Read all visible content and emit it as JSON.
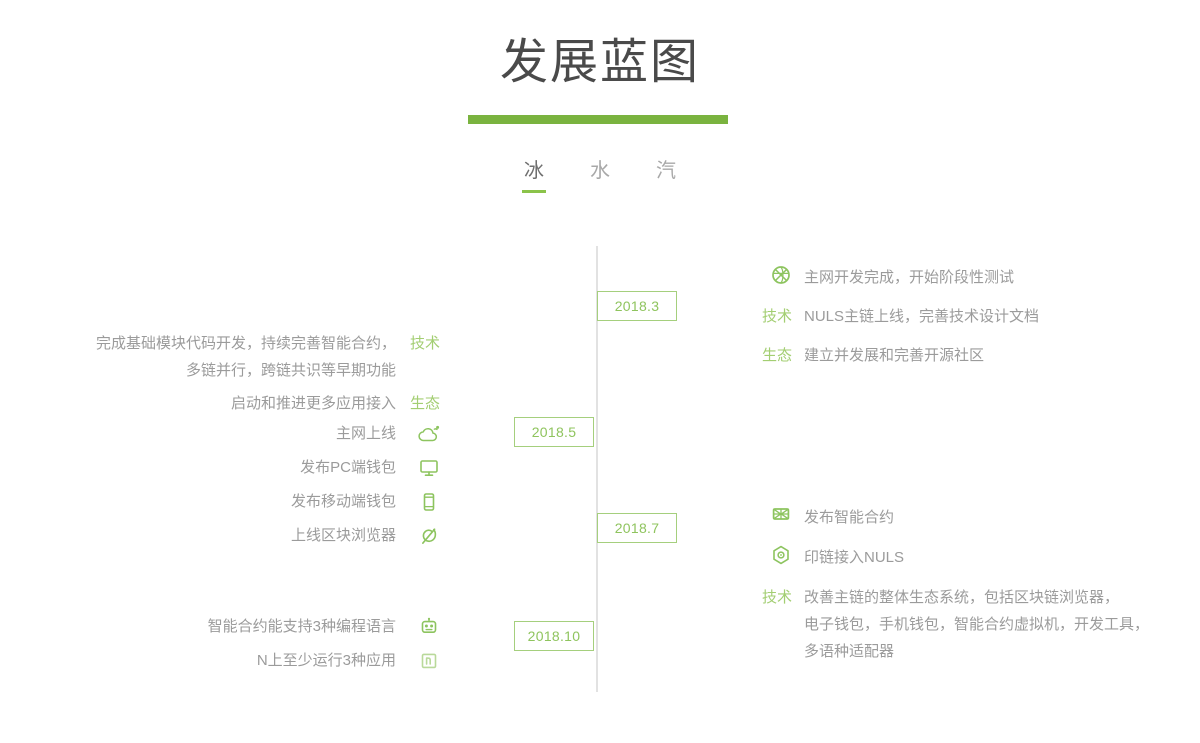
{
  "header": {
    "title": "发展蓝图",
    "accent_color": "#7ab33f"
  },
  "tabs": [
    {
      "label": "冰",
      "active": true
    },
    {
      "label": "水",
      "active": false
    },
    {
      "label": "汽",
      "active": false
    }
  ],
  "timeline": {
    "line_color": "#e2e2e2",
    "badge_border_color": "#a5cf7d",
    "badge_text_color": "#8fc45e",
    "tag_color": "#a3ce72",
    "body_text_color": "#9b9b9b",
    "dates": [
      {
        "label": "2018.3",
        "side": "right"
      },
      {
        "label": "2018.5",
        "side": "left"
      },
      {
        "label": "2018.7",
        "side": "right"
      },
      {
        "label": "2018.10",
        "side": "left"
      }
    ]
  },
  "left_items": [
    {
      "text": "完成基础模块代码开发，持续完善智能合约，\n多链并行，跨链共识等早期功能",
      "tag": "技术",
      "icon": null
    },
    {
      "text": "启动和推进更多应用接入",
      "tag": "生态",
      "icon": null
    },
    {
      "text": "主网上线",
      "tag": null,
      "icon": "cloud-icon"
    },
    {
      "text": "发布PC端钱包",
      "tag": null,
      "icon": "monitor-icon"
    },
    {
      "text": "发布移动端钱包",
      "tag": null,
      "icon": "mobile-phone-icon"
    },
    {
      "text": "上线区块浏览器",
      "tag": null,
      "icon": "leaf-compass-icon"
    },
    {
      "text": "智能合约能支持3种编程语言",
      "tag": null,
      "icon": "robot-icon"
    },
    {
      "text": "N上至少运行3种应用",
      "tag": null,
      "icon": "n-box-icon"
    }
  ],
  "right_items_block1": [
    {
      "icon": "globe-cross-icon",
      "tag": null,
      "text": "主网开发完成，开始阶段性测试"
    },
    {
      "icon": null,
      "tag": "技术",
      "text": "NULS主链上线，完善技术设计文档"
    },
    {
      "icon": null,
      "tag": "生态",
      "text": "建立并发展和完善开源社区"
    }
  ],
  "right_items_block2": [
    {
      "icon": "contract-grid-icon",
      "tag": null,
      "text": "发布智能合约"
    },
    {
      "icon": "hexagon-seal-icon",
      "tag": null,
      "text": "印链接入NULS"
    },
    {
      "icon": null,
      "tag": "技术",
      "text": "改善主链的整体生态系统，包括区块链浏览器，\n电子钱包，手机钱包，智能合约虚拟机，开发工具，\n多语种适配器"
    }
  ]
}
